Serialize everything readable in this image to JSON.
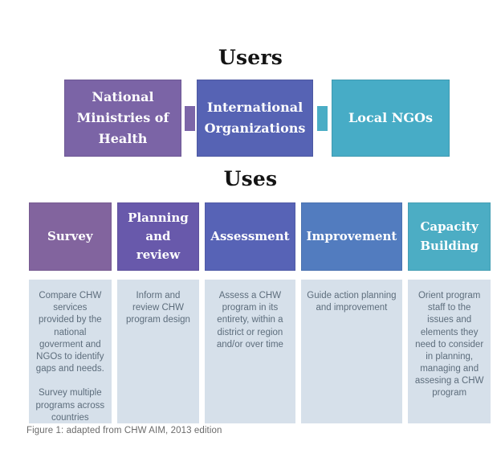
{
  "users_section": {
    "title": "Users",
    "boxes": [
      {
        "label": "National Ministries of Health",
        "color": "#7b64a6"
      },
      {
        "label": "International Organizations",
        "color": "#5663b4"
      },
      {
        "label": "Local NGOs",
        "color": "#47acc6"
      }
    ],
    "connectors": [
      {
        "color": "#7c66a8"
      },
      {
        "color": "#4aadc5"
      }
    ]
  },
  "uses_section": {
    "title": "Uses",
    "description_bg": "#d6e0ea",
    "columns": [
      {
        "label": "Survey",
        "color": "#82649e",
        "description": "Compare CHW services provided by the national goverment and NGOs to identify gaps and needs.\n\nSurvey multiple programs across countries"
      },
      {
        "label": "Planning and review",
        "color": "#6859ab",
        "description": "Inform and review CHW program design"
      },
      {
        "label": "Assessment",
        "color": "#5763b6",
        "description": "Assess a CHW program in its entirety, within a district or region and/or over time"
      },
      {
        "label": "Improvement",
        "color": "#527cbf",
        "description": "Guide action planning and improvement"
      },
      {
        "label": "Capacity Building",
        "color": "#4cadc4",
        "description": "Orient program staff to the issues and elements they need to consider in planning, managing and assesing a CHW program"
      }
    ]
  },
  "caption": "Figure 1: adapted from CHW AIM, 2013 edition"
}
